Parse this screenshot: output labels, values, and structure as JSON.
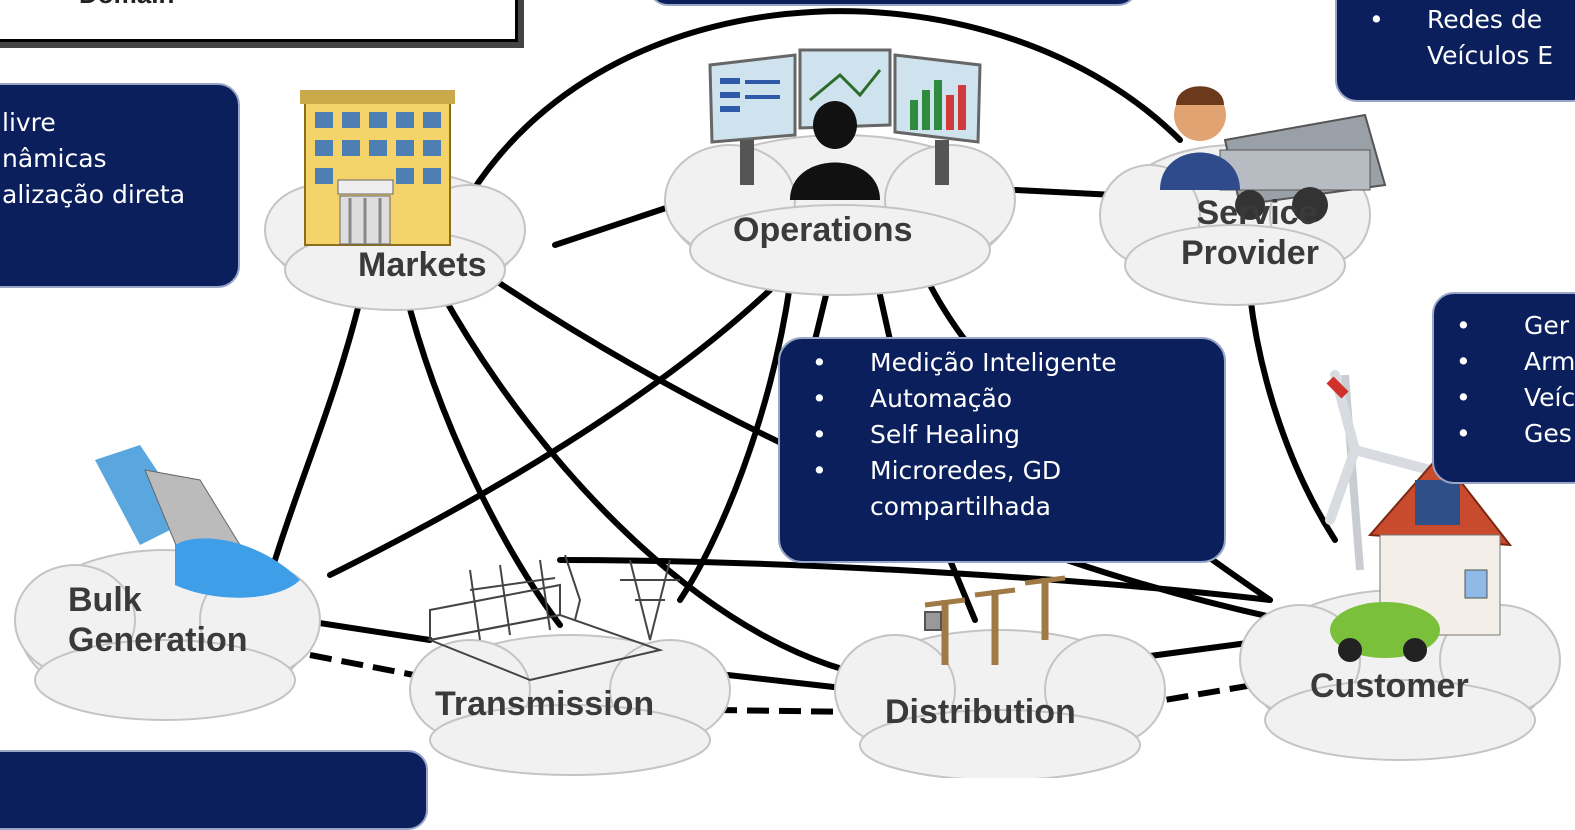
{
  "nodes": {
    "markets": "Markets",
    "operations": "Operations",
    "service_provider": [
      "Service",
      "Provider"
    ],
    "bulk_generation": [
      "Bulk",
      "Generation"
    ],
    "transmission": "Transmission",
    "distribution": "Distribution",
    "customer": "Customer"
  },
  "top_left_box_fragment": "Domain",
  "callouts": {
    "top_right": [
      "Redes de",
      "Veículos E"
    ],
    "left": [
      "livre",
      "nâmicas",
      "alização direta"
    ],
    "center": [
      "Medição Inteligente",
      "Automação",
      "Self Healing",
      "Microredes, GD",
      "compartilhada"
    ],
    "right": [
      "Ger",
      "Arm",
      "Veíc",
      "Ges"
    ]
  },
  "bullet_glyph": "•",
  "colors": {
    "callout_bg": "#0b1f5c",
    "cloud_fill": "#f2f2f2",
    "link": "#000000"
  }
}
